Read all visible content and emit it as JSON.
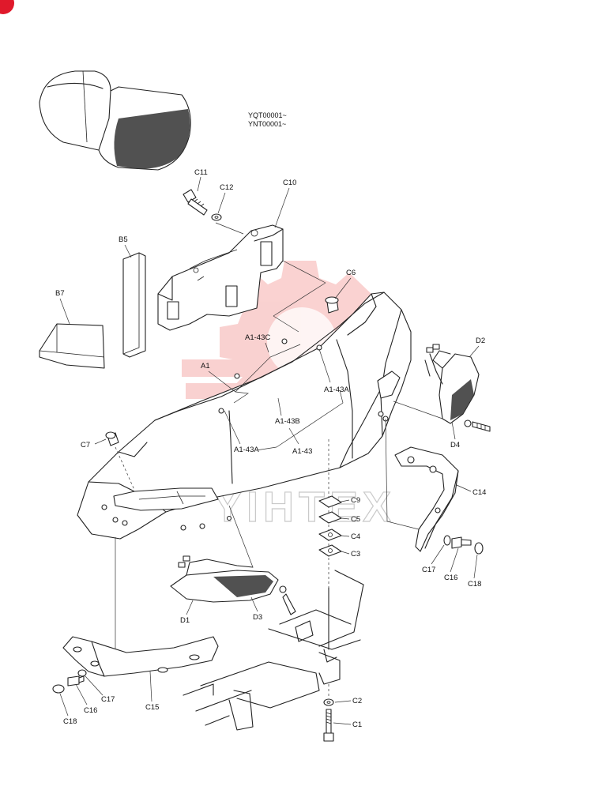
{
  "corner_badge_color": "#e0192b",
  "watermark_color": "#e8342f",
  "serial_numbers": [
    "YQT00001~",
    "YNT00001~"
  ],
  "labels": {
    "c11": "C11",
    "c12": "C12",
    "c10": "C10",
    "b5": "B5",
    "b7": "B7",
    "c6": "C6",
    "a1_43c": "A1-43C",
    "a1": "A1",
    "a1_43a_right": "A1-43A",
    "a1_43b": "A1-43B",
    "a1_43a_left": "A1-43A",
    "a1_43": "A1-43",
    "d2": "D2",
    "d4": "D4",
    "c7": "C7",
    "c9": "C9",
    "c5": "C5",
    "c4": "C4",
    "c3": "C3",
    "c14": "C14",
    "c17_right": "C17",
    "c16_right": "C16",
    "c18_right": "C18",
    "d1": "D1",
    "d3": "D3",
    "c17_left": "C17",
    "c16_left": "C16",
    "c18_left": "C18",
    "c15": "C15",
    "c2": "C2",
    "c1": "C1"
  },
  "watermark_text": "YIHTEX"
}
